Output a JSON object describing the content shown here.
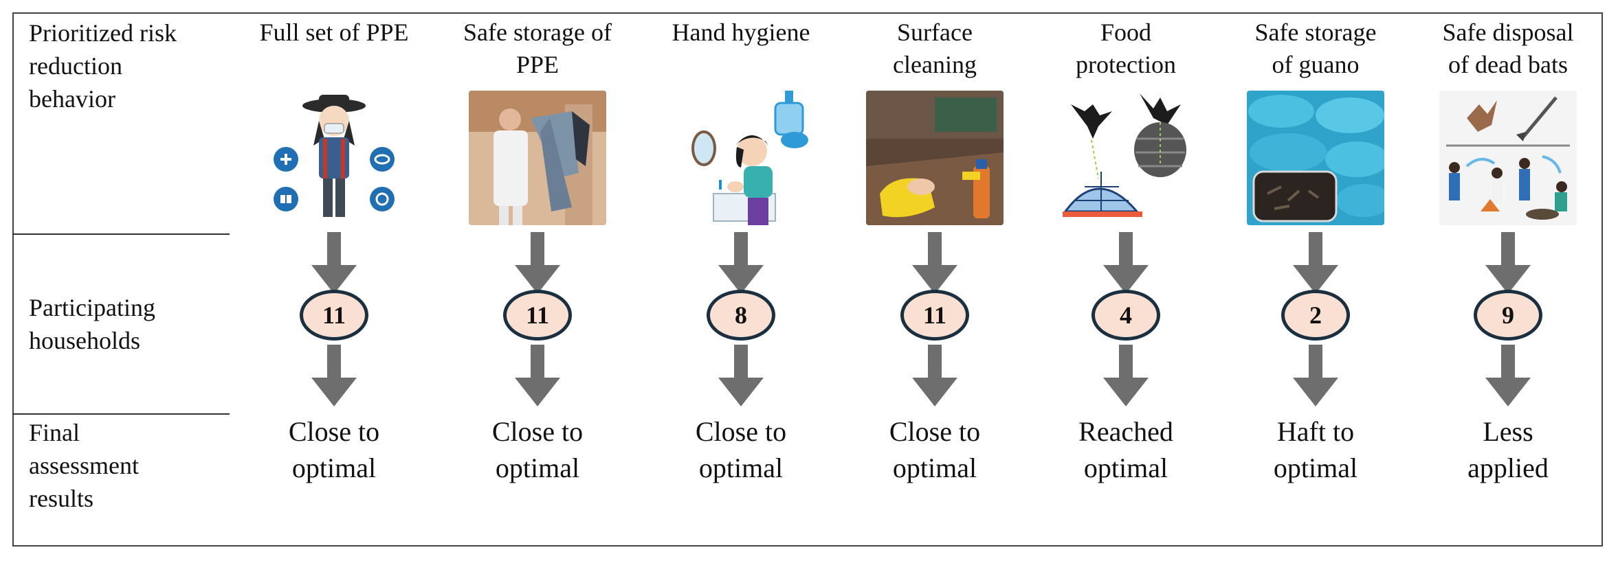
{
  "row_labels": {
    "behavior": "Prioritized risk\nreduction\nbehavior",
    "households": "Participating\nhouseholds",
    "results": "Final\nassessment\nresults"
  },
  "behaviors": [
    {
      "title": "Full set of PPE",
      "households": "11",
      "result": "Close to\noptimal",
      "icon": "ppe-figure-icon"
    },
    {
      "title": "Safe storage of\nPPE",
      "households": "11",
      "result": "Close to\noptimal",
      "icon": "hanging-clothes-icon"
    },
    {
      "title": "Hand hygiene",
      "households": "8",
      "result": "Close to\noptimal",
      "icon": "hand-washing-icon"
    },
    {
      "title": "Surface\ncleaning",
      "households": "11",
      "result": "Close to\noptimal",
      "icon": "surface-cleaning-icon"
    },
    {
      "title": "Food\nprotection",
      "households": "4",
      "result": "Reached\noptimal",
      "icon": "food-cover-icon"
    },
    {
      "title": "Safe storage\nof guano",
      "households": "2",
      "result": "Haft to\noptimal",
      "icon": "guano-sacks-icon"
    },
    {
      "title": "Safe disposal\nof dead bats",
      "households": "9",
      "result": "Less\napplied",
      "icon": "bat-disposal-icon"
    }
  ],
  "colors": {
    "border": "#444444",
    "arrow": "#6e6e6e",
    "count_fill": "#fae0d2",
    "count_border": "#1a3040"
  }
}
